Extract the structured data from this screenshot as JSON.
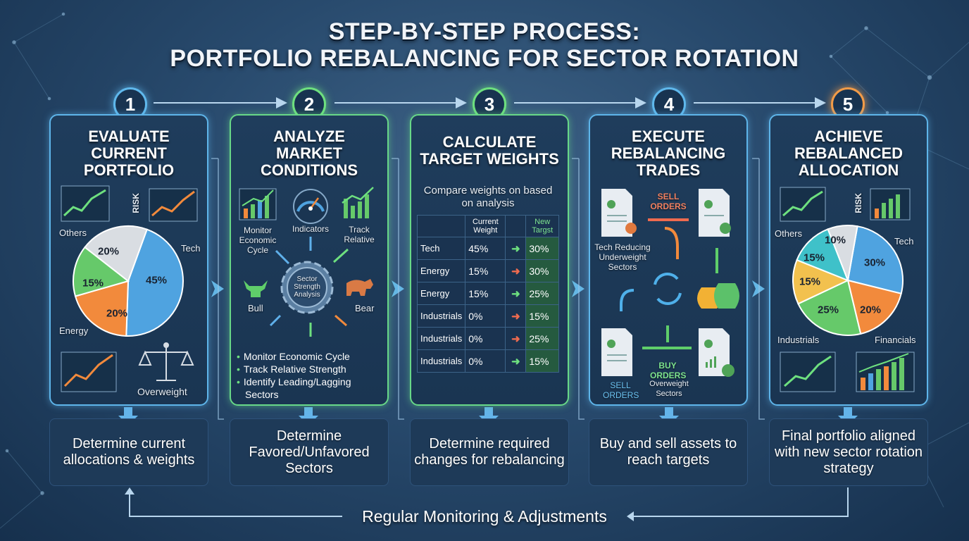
{
  "title": {
    "line1": "STEP-BY-STEP PROCESS:",
    "line2": "PORTFOLIO REBALANCING FOR SECTOR ROTATION"
  },
  "steps": [
    {
      "number": "1",
      "title": [
        "EVALUATE",
        "CURRENT",
        "PORTFOLIO"
      ],
      "labels": {
        "others": "Others",
        "tech": "Tech",
        "energy": "Energy",
        "overweight": "Overweight"
      },
      "pie": [
        {
          "label": "Tech",
          "value": "45%",
          "color": "#4fa3e0"
        },
        {
          "label": "Energy",
          "value": "20%",
          "color": "#f28a3c"
        },
        {
          "label": "",
          "value": "15%",
          "color": "#66c96a"
        },
        {
          "label": "Others",
          "value": "20%",
          "color": "#d9dde2"
        }
      ],
      "summary": "Determine current allocations & weights",
      "icons": [
        "line-chart-icon",
        "risk-chart-icon",
        "trend-chart-icon",
        "balance-scale-icon"
      ]
    },
    {
      "number": "2",
      "title": [
        "ANALYZE",
        "MARKET",
        "CONDITIONS"
      ],
      "labels": {
        "monitor": "Monitor Economic Cycle",
        "indicators": "Indicators",
        "track": "Track Relative",
        "center": "Sector Strength Analysis",
        "bull": "Bull",
        "bear": "Bear"
      },
      "bullets": [
        "Monitor Economic Cycle",
        "Track Relative Strength",
        "Identify Leading/Lagging",
        "Sectors"
      ],
      "summary": "Determine Favored/Unfavored Sectors",
      "icons": [
        "bar-chart-icon",
        "gauge-icon",
        "growth-chart-icon",
        "gear-icon",
        "bull-icon",
        "bear-icon"
      ]
    },
    {
      "number": "3",
      "title": [
        "CALCULATE",
        "TARGET WEIGHTS"
      ],
      "intro": "Compare weights on based on analysis",
      "table": {
        "headers": [
          "",
          "Current Weight",
          "",
          "New Targst"
        ],
        "rows": [
          {
            "sector": "Tech",
            "current": "45%",
            "dir": "up",
            "target": "30%"
          },
          {
            "sector": "Energy",
            "current": "15%",
            "dir": "down",
            "target": "30%"
          },
          {
            "sector": "Energy",
            "current": "15%",
            "dir": "up",
            "target": "25%"
          },
          {
            "sector": "Industrials",
            "current": "0%",
            "dir": "down",
            "target": "15%"
          },
          {
            "sector": "Industrials",
            "current": "0%",
            "dir": "down",
            "target": "25%"
          },
          {
            "sector": "Industrials",
            "current": "0%",
            "dir": "up",
            "target": "15%"
          }
        ]
      },
      "summary": "Determine required changes for rebalancing"
    },
    {
      "number": "4",
      "title": [
        "EXECUTE",
        "REBALANCING",
        "TRADES"
      ],
      "labels": {
        "sell_orders_top": "SELL ORDERS",
        "tech_reducing": "Tech Reducing Underweight Sectors",
        "sell_orders_bottom": "SELL ORDERS",
        "buy_orders": "BUY ORDERS",
        "overweight_sectors": "Overweight Sectors"
      },
      "summary": "Buy and sell assets to reach targets",
      "icons": [
        "document-icon",
        "document-icon",
        "document-icon",
        "document-icon",
        "swap-icon",
        "money-bag-icon"
      ]
    },
    {
      "number": "5",
      "title": [
        "ACHIEVE",
        "REBALANCED",
        "ALLOCATION"
      ],
      "labels": {
        "others": "Others",
        "tech": "Tech",
        "industrials": "Industrials",
        "financials": "Financials"
      },
      "pie": [
        {
          "label": "Tech",
          "value": "30%",
          "color": "#4fa3e0"
        },
        {
          "label": "Financials",
          "value": "20%",
          "color": "#f28a3c"
        },
        {
          "label": "Industrials",
          "value": "25%",
          "color": "#66c96a"
        },
        {
          "label": "",
          "value": "15%",
          "color": "#f2c14e"
        },
        {
          "label": "",
          "value": "15%",
          "color": "#3fc1c9"
        },
        {
          "label": "Others",
          "value": "10%",
          "color": "#d9dde2"
        }
      ],
      "summary": "Final portfolio aligned with new sector rotation strategy",
      "icons": [
        "line-chart-icon",
        "risk-chart-icon",
        "trend-chart-icon",
        "bar-chart-icon"
      ]
    }
  ],
  "feedback": "Regular Monitoring & Adjustments",
  "colors": {
    "blue_glow": "#5fb8ec",
    "green_glow": "#6ee07f",
    "orange_glow": "#f19b48"
  }
}
